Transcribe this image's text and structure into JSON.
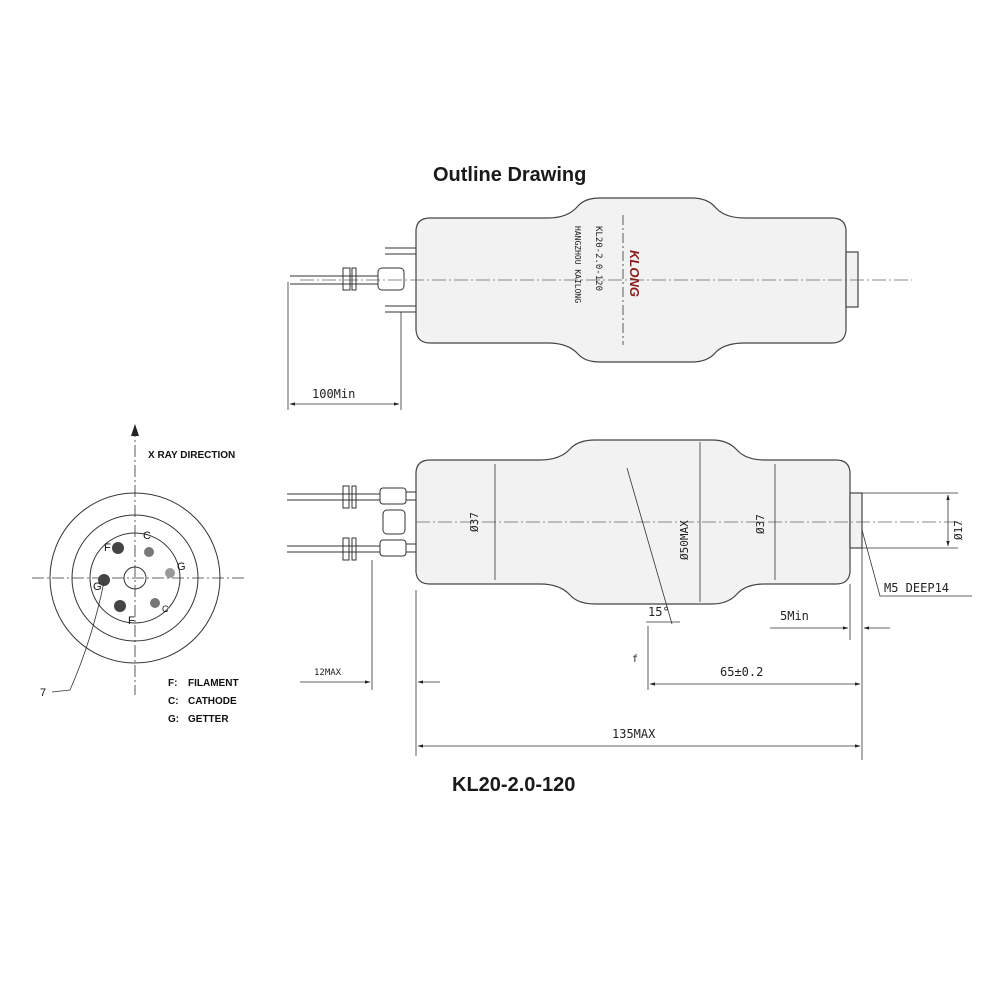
{
  "header": {
    "title": "Outline Drawing"
  },
  "footer": {
    "model": "KL20-2.0-120"
  },
  "top_view": {
    "tube_marking": [
      "KL20-2.0-120",
      "HANGZHOU KAILONG"
    ],
    "brand": "KLONG",
    "dimension_cable": "100Min"
  },
  "side_view": {
    "dim_d1": "Ø37",
    "dim_d2": "Ø50MAX",
    "dim_d3": "Ø37",
    "dim_end": "Ø17",
    "dim_angle": "15°",
    "dim_thread": "M5 DEEP14",
    "dim_5min": "5Min",
    "dim_65": "65±0.2",
    "dim_12max": "12MAX",
    "dim_135max": "135MAX",
    "focal_mark": "f"
  },
  "base_view": {
    "xray_direction": "X RAY DIRECTION",
    "pins": {
      "f1": "F",
      "f2": "F",
      "c1": "C",
      "c2": "C",
      "g1": "G",
      "g2": "G"
    },
    "callout": "7",
    "legend": [
      {
        "key": "F:",
        "text": "FILAMENT"
      },
      {
        "key": "C:",
        "text": "CATHODE"
      },
      {
        "key": "G:",
        "text": "GETTER"
      }
    ]
  }
}
